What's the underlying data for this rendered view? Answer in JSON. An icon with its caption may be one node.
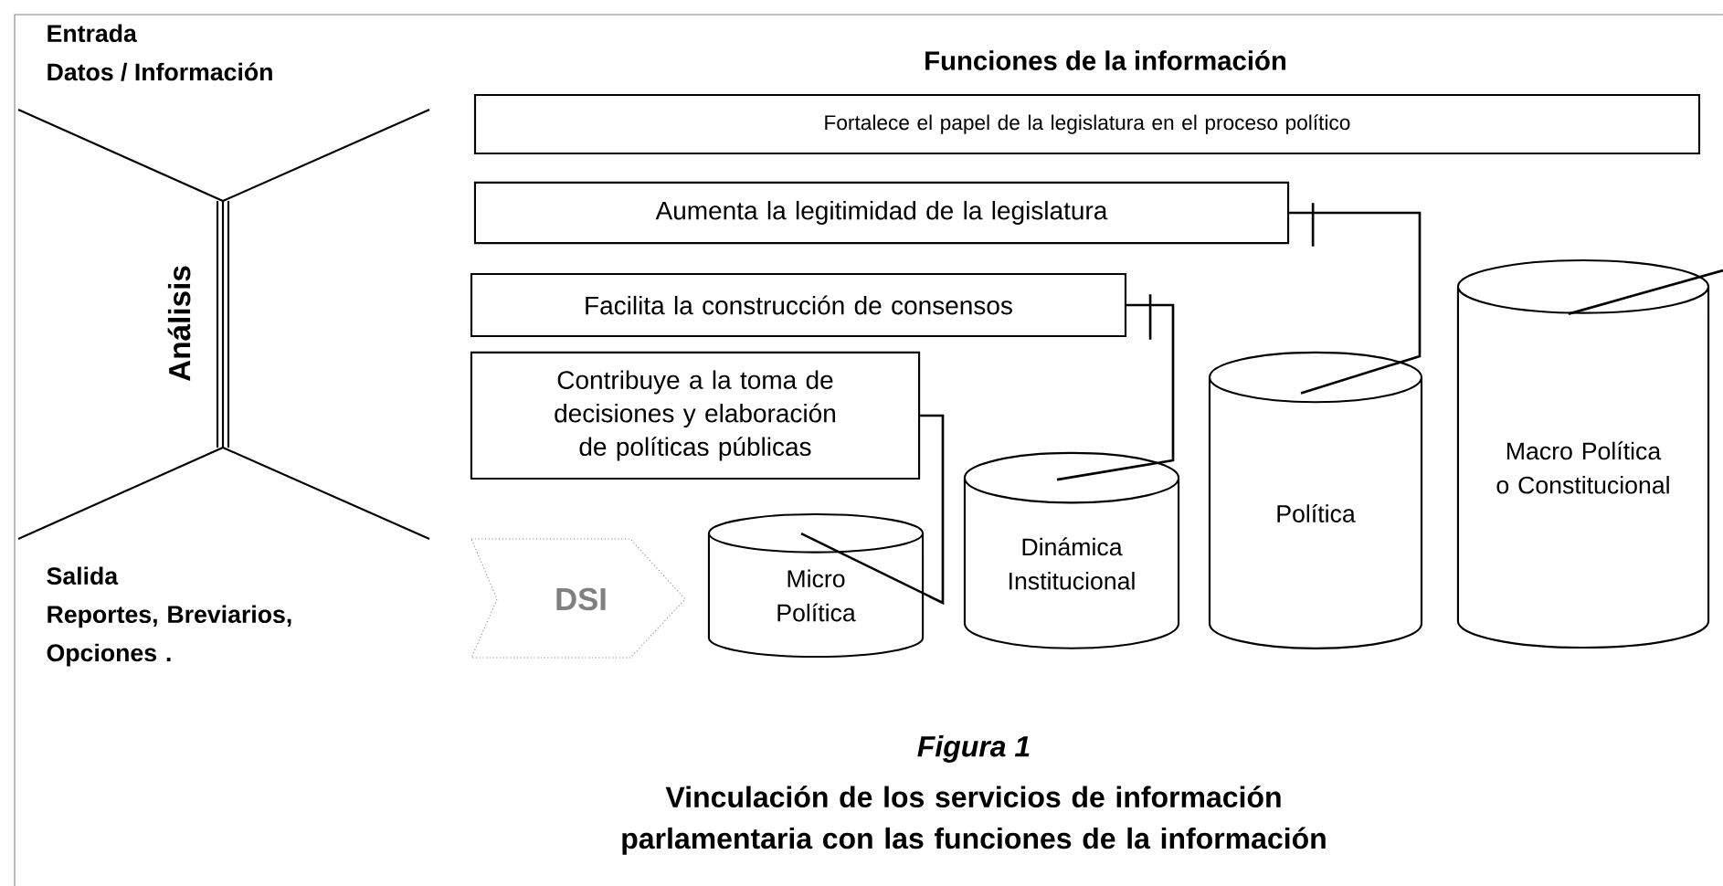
{
  "diagram": {
    "title": "Funciones de la información",
    "caption": "Vinculación de los servicios de información parlamentaria con las funciones de la información",
    "nodes": [
      {
        "text": [
          "Fortalece el papel de la legislatura en el proceso político"
        ]
      },
      {
        "text": [
          "Aumenta la legitimidad de la legislatura"
        ]
      },
      {
        "text": [
          "Facilita la construcción de consensos"
        ]
      },
      {
        "text": [
          "Contribuye a la toma de decisiones y elaboración de políticas públicas"
        ]
      },
      {
        "text": [
          "DSI"
        ]
      },
      {
        "text": [
          "Micro Política"
        ]
      },
      {
        "text": [
          "Dinámica Institucional"
        ]
      },
      {
        "text": [
          "Política"
        ]
      },
      {
        "text": [
          "Macro Política o Constitucional"
        ]
      }
    ],
    "edges": [
      {
        "from": null,
        "to": 8,
        "arrow": "none"
      },
      {
        "from": 1,
        "to": 7,
        "arrow": "none"
      },
      {
        "from": 2,
        "to": 6,
        "arrow": "none"
      },
      {
        "from": 3,
        "to": 5,
        "arrow": "none"
      }
    ],
    "labels": [
      "Entrada",
      "Datos / Información",
      "Análisis",
      "Salida",
      "Reportes, Breviarios, Opciones .",
      "Figura 1"
    ]
  }
}
